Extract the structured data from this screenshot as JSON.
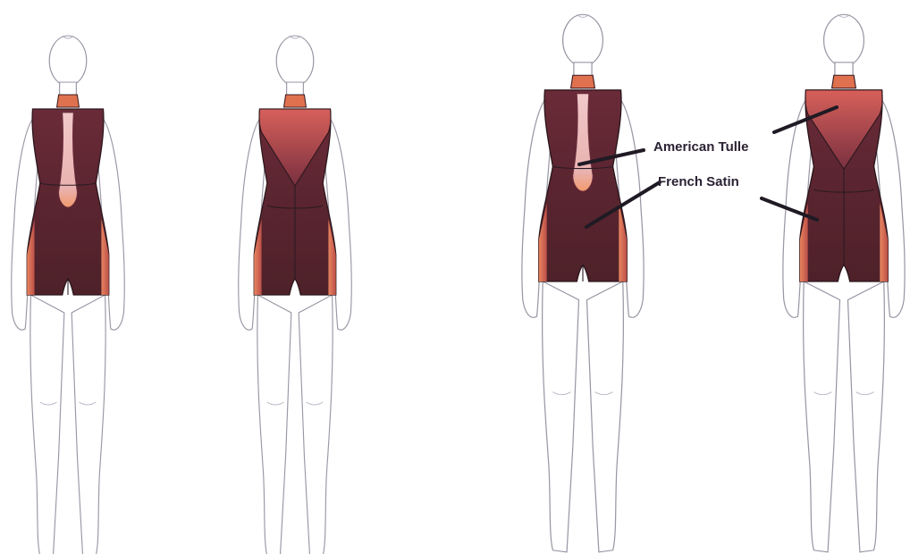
{
  "annotations": {
    "tulle_label": "American Tulle",
    "satin_label": "French Satin"
  },
  "palette": {
    "satin": "#5a2530",
    "satin_light": "#7a3a48",
    "accent": "#e97a5c",
    "tulle": "#e8b4b4"
  },
  "views": [
    "front",
    "back",
    "front-annotated",
    "back-annotated"
  ]
}
